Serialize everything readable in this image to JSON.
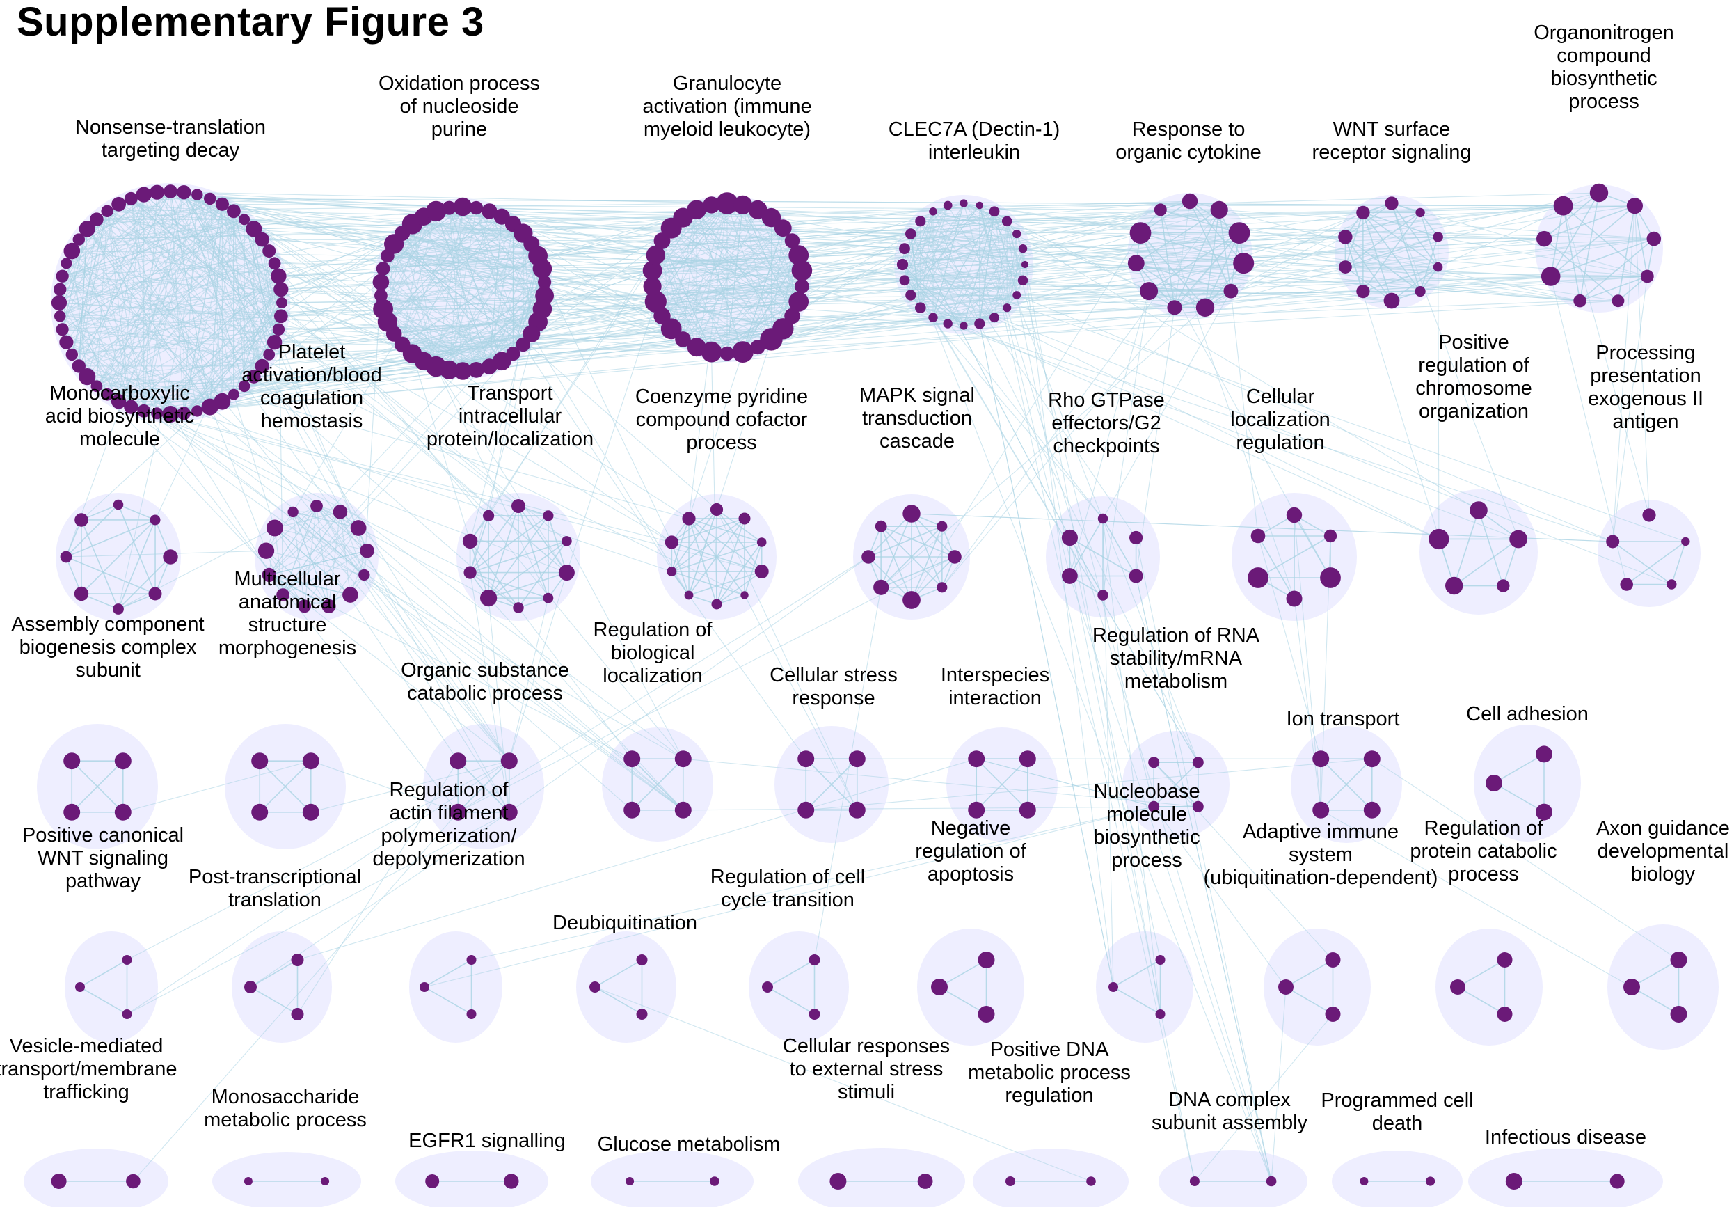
{
  "figure_title": "Supplementary Figure 3",
  "colors": {
    "background_disc": "#eeeeff",
    "node": "#6b1a78",
    "edge": "#a9d3e4",
    "text": "#000000"
  },
  "clusters": [
    {
      "id": "c1",
      "lines": [
        "Nonsense-translation",
        "targeting decay"
      ],
      "nodes": 52
    },
    {
      "id": "c2",
      "lines": [
        "Oxidation process",
        "of nucleoside",
        "purine"
      ],
      "nodes": 38
    },
    {
      "id": "c3",
      "lines": [
        "Granulocyte",
        "activation (immune",
        "myeloid leukocyte)"
      ],
      "nodes": 30
    },
    {
      "id": "c4",
      "lines": [
        "CLEC7A (Dectin-1)",
        "interleukin"
      ],
      "nodes": 24
    },
    {
      "id": "c5",
      "lines": [
        "Response to",
        "organic cytokine"
      ],
      "nodes": 11
    },
    {
      "id": "c6",
      "lines": [
        "WNT surface",
        "receptor signaling"
      ],
      "nodes": 10
    },
    {
      "id": "c7",
      "lines": [
        "Organonitrogen",
        "compound",
        "biosynthetic",
        "process"
      ],
      "nodes": 9
    },
    {
      "id": "c8",
      "lines": [
        "Monocarboxylic",
        "acid biosynthetic",
        "molecule"
      ],
      "nodes": 8
    },
    {
      "id": "c9",
      "lines": [
        "Platelet",
        "activation/blood",
        "coagulation",
        "hemostasis"
      ],
      "nodes": 13
    },
    {
      "id": "c10",
      "lines": [
        "Transport",
        "intracellular",
        "protein/localization"
      ],
      "nodes": 10
    },
    {
      "id": "c11",
      "lines": [
        "Coenzyme pyridine",
        "compound cofactor",
        "process"
      ],
      "nodes": 10
    },
    {
      "id": "c12",
      "lines": [
        "MAPK signal",
        "transduction",
        "cascade"
      ],
      "nodes": 8
    },
    {
      "id": "c13",
      "lines": [
        "Rho GTPase",
        "effectors/G2",
        "checkpoints"
      ],
      "nodes": 6
    },
    {
      "id": "c14",
      "lines": [
        "Cellular",
        "localization",
        "regulation"
      ],
      "nodes": 6
    },
    {
      "id": "c15",
      "lines": [
        "Positive",
        "regulation of",
        "chromosome",
        "organization"
      ],
      "nodes": 5
    },
    {
      "id": "c16",
      "lines": [
        "Processing",
        "presentation",
        "exogenous II",
        "antigen"
      ],
      "nodes": 5
    },
    {
      "id": "c17",
      "lines": [
        "Assembly component",
        "biogenesis complex",
        "subunit"
      ],
      "nodes": 4
    },
    {
      "id": "c18",
      "lines": [
        "Multicellular",
        "anatomical",
        "structure",
        "morphogenesis"
      ],
      "nodes": 4
    },
    {
      "id": "c19",
      "lines": [
        "Organic substance",
        "catabolic process"
      ],
      "nodes": 4
    },
    {
      "id": "c20",
      "lines": [
        "Regulation of",
        "biological",
        "localization"
      ],
      "nodes": 4
    },
    {
      "id": "c21",
      "lines": [
        "Cellular stress",
        "response"
      ],
      "nodes": 4
    },
    {
      "id": "c22",
      "lines": [
        "Interspecies",
        "interaction"
      ],
      "nodes": 4
    },
    {
      "id": "c23",
      "lines": [
        "Regulation of RNA",
        "stability/mRNA",
        "metabolism"
      ],
      "nodes": 4
    },
    {
      "id": "c24",
      "lines": [
        "Ion transport"
      ],
      "nodes": 4
    },
    {
      "id": "c25",
      "lines": [
        "Cell adhesion"
      ],
      "nodes": 3
    },
    {
      "id": "c26",
      "lines": [
        "Positive canonical",
        "WNT signaling",
        "pathway"
      ],
      "nodes": 3
    },
    {
      "id": "c27",
      "lines": [
        "Post-transcriptional",
        "translation"
      ],
      "nodes": 3
    },
    {
      "id": "c28",
      "lines": [
        "Regulation of",
        "actin filament",
        "polymerization/",
        "depolymerization"
      ],
      "nodes": 3
    },
    {
      "id": "c29",
      "lines": [
        "Deubiquitination"
      ],
      "nodes": 3
    },
    {
      "id": "c30",
      "lines": [
        "Regulation of cell",
        "cycle transition"
      ],
      "nodes": 3
    },
    {
      "id": "c31",
      "lines": [
        "Negative",
        "regulation of",
        "apoptosis"
      ],
      "nodes": 3
    },
    {
      "id": "c32",
      "lines": [
        "Nucleobase",
        "molecule",
        "biosynthetic",
        "process"
      ],
      "nodes": 3
    },
    {
      "id": "c33",
      "lines": [
        "Adaptive immune",
        "system",
        "(ubiquitination-dependent)"
      ],
      "nodes": 3
    },
    {
      "id": "c34",
      "lines": [
        "Regulation of",
        "protein catabolic",
        "process"
      ],
      "nodes": 3
    },
    {
      "id": "c35",
      "lines": [
        "Axon guidance",
        "developmental",
        "biology"
      ],
      "nodes": 3
    },
    {
      "id": "c36",
      "lines": [
        "Vesicle-mediated",
        "transport/membrane",
        "trafficking"
      ],
      "nodes": 2
    },
    {
      "id": "c37",
      "lines": [
        "Monosaccharide",
        "metabolic process"
      ],
      "nodes": 2
    },
    {
      "id": "c38",
      "lines": [
        "EGFR1 signalling"
      ],
      "nodes": 2
    },
    {
      "id": "c39",
      "lines": [
        "Glucose metabolism"
      ],
      "nodes": 2
    },
    {
      "id": "c40",
      "lines": [
        "Cellular responses",
        "to external stress",
        "stimuli"
      ],
      "nodes": 2
    },
    {
      "id": "c41",
      "lines": [
        "Positive DNA",
        "metabolic process",
        "regulation"
      ],
      "nodes": 2
    },
    {
      "id": "c42",
      "lines": [
        "DNA complex",
        "subunit assembly"
      ],
      "nodes": 2
    },
    {
      "id": "c43",
      "lines": [
        "Programmed cell",
        "death"
      ],
      "nodes": 2
    },
    {
      "id": "c44",
      "lines": [
        "Infectious disease"
      ],
      "nodes": 2
    }
  ]
}
